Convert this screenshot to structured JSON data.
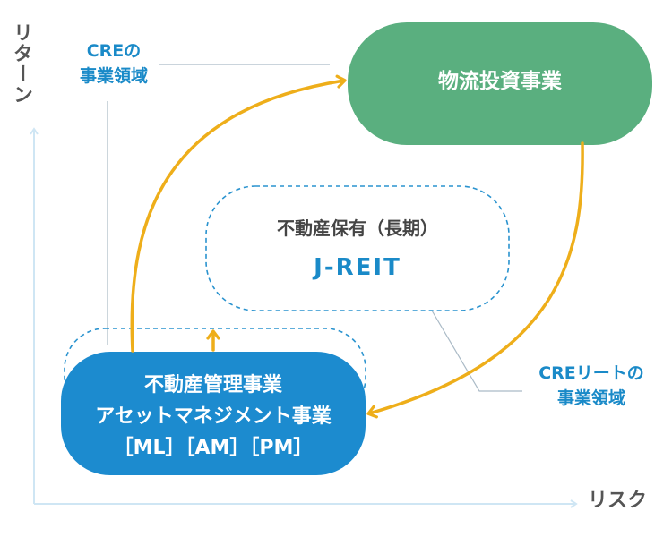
{
  "axes": {
    "y_label": "リターン",
    "x_label": "リスク"
  },
  "labels": {
    "cre_top": [
      "CREの",
      "事業領域"
    ],
    "cre_reit": [
      "CREリートの",
      "事業領域"
    ]
  },
  "nodes": {
    "logistics": {
      "title": "物流投資事業",
      "color": "#5aaf7f"
    },
    "reit": {
      "subtitle": "不動産保有（長期）",
      "title": "J-REIT"
    },
    "management": {
      "lines": [
        "不動産管理事業",
        "アセットマネジメント事業",
        "［ML］［AM］［PM］"
      ],
      "color": "#1c8bcf"
    }
  },
  "colors": {
    "arrow": "#eeae1a",
    "axis": "#cfe6f4",
    "dashed_outline": "#2a93cf",
    "leader_line": "#aabac6"
  }
}
